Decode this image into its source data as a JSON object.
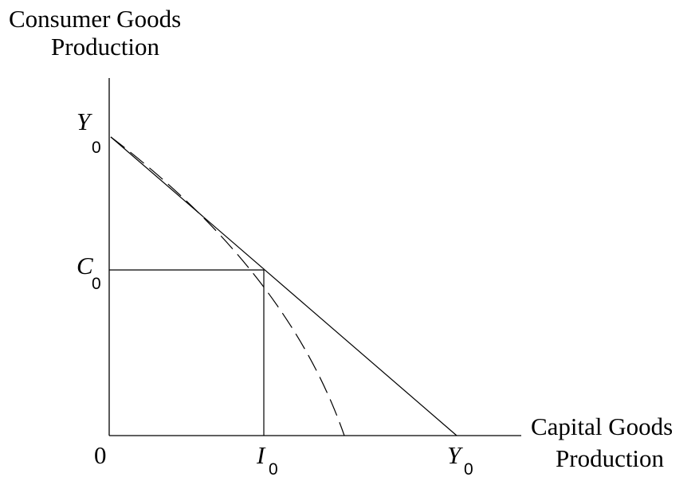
{
  "axes": {
    "y_title": [
      "Consumer Goods",
      "Production"
    ],
    "x_title": [
      "Capital Goods",
      "Production"
    ],
    "origin": "0"
  },
  "points": {
    "y_intercept": {
      "var": "Y",
      "sub": "0"
    },
    "c_point": {
      "var": "C",
      "sub": "0"
    },
    "i_point": {
      "var": "I",
      "sub": "0"
    },
    "x_intercept": {
      "var": "Y",
      "sub": "0"
    }
  },
  "colors": {
    "ink": "#000000",
    "background": "#ffffff"
  }
}
